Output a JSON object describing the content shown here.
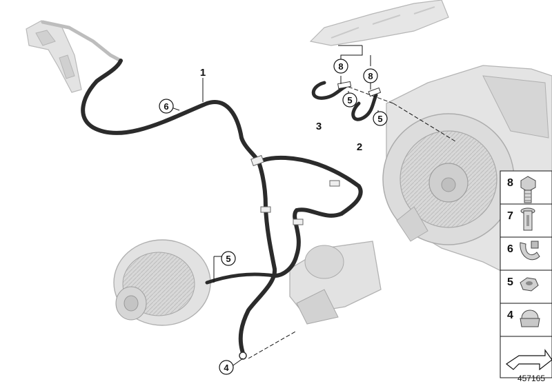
{
  "callouts": {
    "cable_1": "1",
    "cable_2": "2",
    "cable_3": "3",
    "fixing_6": "6",
    "nut_5_left": "5",
    "nut_5_mid": "5",
    "nut_5_right": "5",
    "bolt_8_left": "8",
    "bolt_8_right": "8",
    "nut_4": "4"
  },
  "legend": {
    "items": [
      {
        "number": "8",
        "icon": "hex-bolt-icon"
      },
      {
        "number": "7",
        "icon": "rivet-nut-icon"
      },
      {
        "number": "6",
        "icon": "cable-clip-icon"
      },
      {
        "number": "5",
        "icon": "hex-nut-icon"
      },
      {
        "number": "4",
        "icon": "cap-nut-icon"
      }
    ],
    "direction_icon": "arrow-icon"
  },
  "drawing_number": "457165",
  "colors": {
    "cable": "#2b2b2b",
    "component": "#d4d4d4",
    "component_stroke": "#9a9a9a",
    "leader": "#111111"
  }
}
